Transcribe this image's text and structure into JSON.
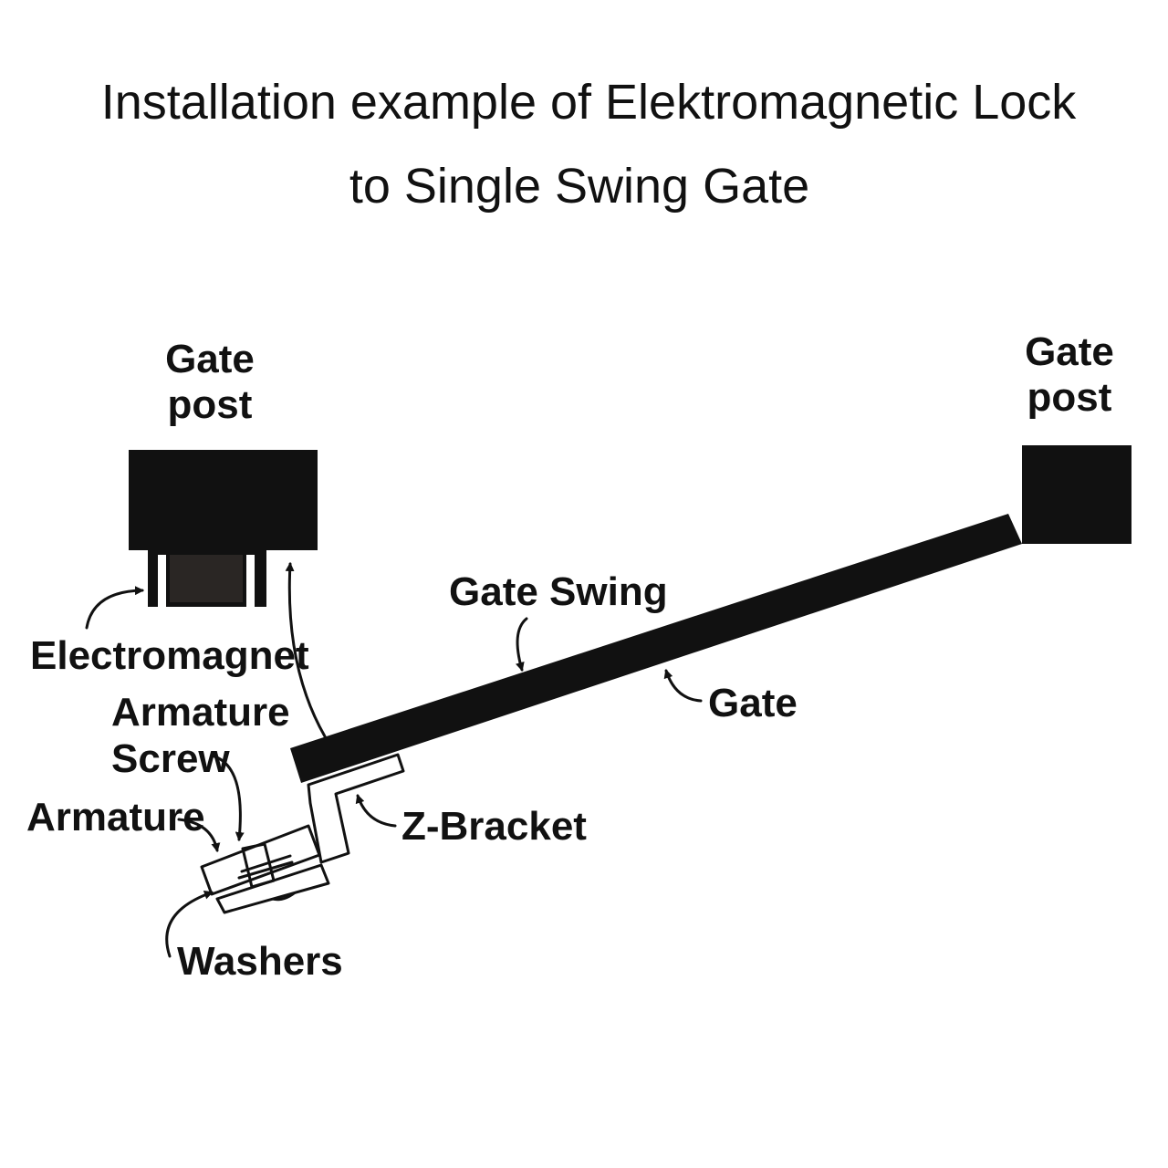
{
  "title": {
    "line1": "Installation example of Elektromagnetic Lock",
    "line2": "to Single Swing Gate"
  },
  "labels": {
    "gate_post_left_1": "Gate",
    "gate_post_left_2": "post",
    "gate_post_right_1": "Gate",
    "gate_post_right_2": "post",
    "electromagnet": "Electromagnet",
    "armature_screw_1": "Armature",
    "armature_screw_2": "Screw",
    "armature": "Armature",
    "washers": "Washers",
    "gate_swing": "Gate Swing",
    "gate": "Gate",
    "z_bracket": "Z-Bracket"
  },
  "colors": {
    "ink": "#111111",
    "background": "#ffffff",
    "magnet_body": "#2a2624"
  }
}
